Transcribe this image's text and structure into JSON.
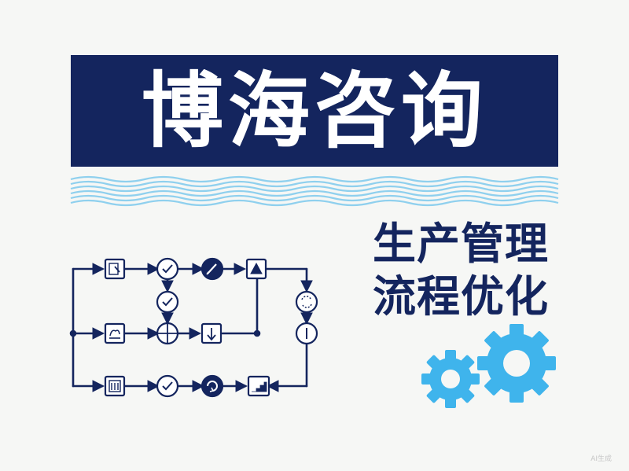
{
  "banner": {
    "title": "博海咨询",
    "bg_color": "#14255e",
    "text_color": "#ffffff"
  },
  "subtitle": {
    "line1": "生产管理",
    "line2": "流程优化",
    "color": "#14255e"
  },
  "decoration": {
    "wave_color": "#8fd0ee",
    "gear_color": "#3fb4ec"
  },
  "flowchart": {
    "line_color": "#14255e",
    "nodes": [
      {
        "id": "doc-pen",
        "icon": "document-pen-icon",
        "shape": "square"
      },
      {
        "id": "check-1",
        "icon": "check-icon",
        "shape": "circle"
      },
      {
        "id": "pencil",
        "icon": "pencil-icon",
        "shape": "circle-filled"
      },
      {
        "id": "warning",
        "icon": "warning-triangle-icon",
        "shape": "square"
      },
      {
        "id": "check-2",
        "icon": "check-icon",
        "shape": "circle"
      },
      {
        "id": "chart-doc",
        "icon": "chart-document-icon",
        "shape": "square"
      },
      {
        "id": "plus",
        "icon": "plus-junction-icon",
        "shape": "circle"
      },
      {
        "id": "down-arrow",
        "icon": "down-arrow-icon",
        "shape": "square"
      },
      {
        "id": "refresh",
        "icon": "refresh-icon",
        "shape": "circle"
      },
      {
        "id": "info",
        "icon": "info-icon",
        "shape": "circle"
      },
      {
        "id": "document-stack",
        "icon": "document-stack-icon",
        "shape": "square"
      },
      {
        "id": "check-3",
        "icon": "check-icon",
        "shape": "circle"
      },
      {
        "id": "cycle",
        "icon": "cycle-icon",
        "shape": "circle-filled"
      },
      {
        "id": "stairs",
        "icon": "stairs-icon",
        "shape": "square"
      }
    ]
  },
  "watermark": "AI生成"
}
